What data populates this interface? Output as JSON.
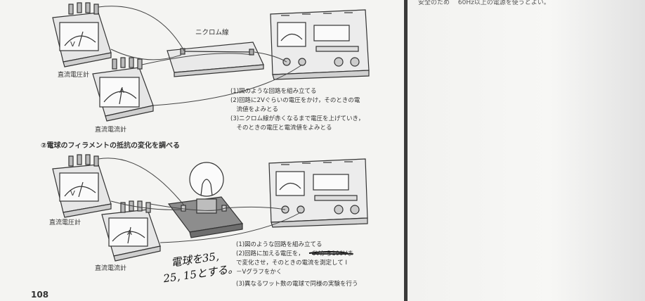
{
  "labels": {
    "nichrome_wire": "ニクロム線",
    "dc_voltmeter": "直流電圧計",
    "dc_ammeter": "直流電流計",
    "volt_symbol": "V",
    "amp_symbol": "A"
  },
  "experiment1": {
    "steps": [
      "(1)図のような回路を組み立てる",
      "(2)回路に2Vぐらいの電圧をかけ，そのときの電",
      "　流値をよみとる",
      "(3)ニクロム線が赤くなるまで電圧を上げていき，",
      "　そのときの電圧と電流値をよみとる"
    ]
  },
  "experiment2": {
    "heading": "②電球のフィラメントの抵抗の変化を調べる",
    "steps": [
      "(1)図のような回路を組み立てる",
      "(2)回路に加える電圧を，",
      "6Vから100Vま",
      "で変化させ，そのときの電流を測定して I",
      "－Vグラフをかく",
      "(3)異なるワット数の電球で同様の実験を行う"
    ]
  },
  "handwriting": {
    "line1": "電球を35,",
    "line2": "25, 15とする。"
  },
  "page_number": "108",
  "right_page": {
    "top_text": "安全のため　 60Hz以上の電源を使うとよい。"
  }
}
